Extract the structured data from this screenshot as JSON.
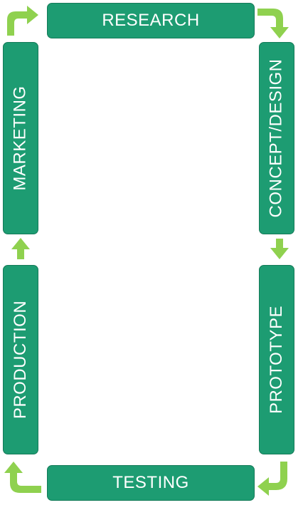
{
  "diagram": {
    "steps": [
      {
        "id": "research",
        "label": "RESEARCH"
      },
      {
        "id": "concept",
        "label": "CONCEPT/DESIGN"
      },
      {
        "id": "prototype",
        "label": "PROTOTYPE"
      },
      {
        "id": "testing",
        "label": "TESTING"
      },
      {
        "id": "production",
        "label": "PRODUCTION"
      },
      {
        "id": "marketing",
        "label": "MARKETING"
      }
    ],
    "flow": "clockwise-cycle"
  },
  "colors": {
    "box_fill": "#1d9c72",
    "box_border": "#147a58",
    "box_text": "#ffffff",
    "arrow": "#8fd14f"
  }
}
